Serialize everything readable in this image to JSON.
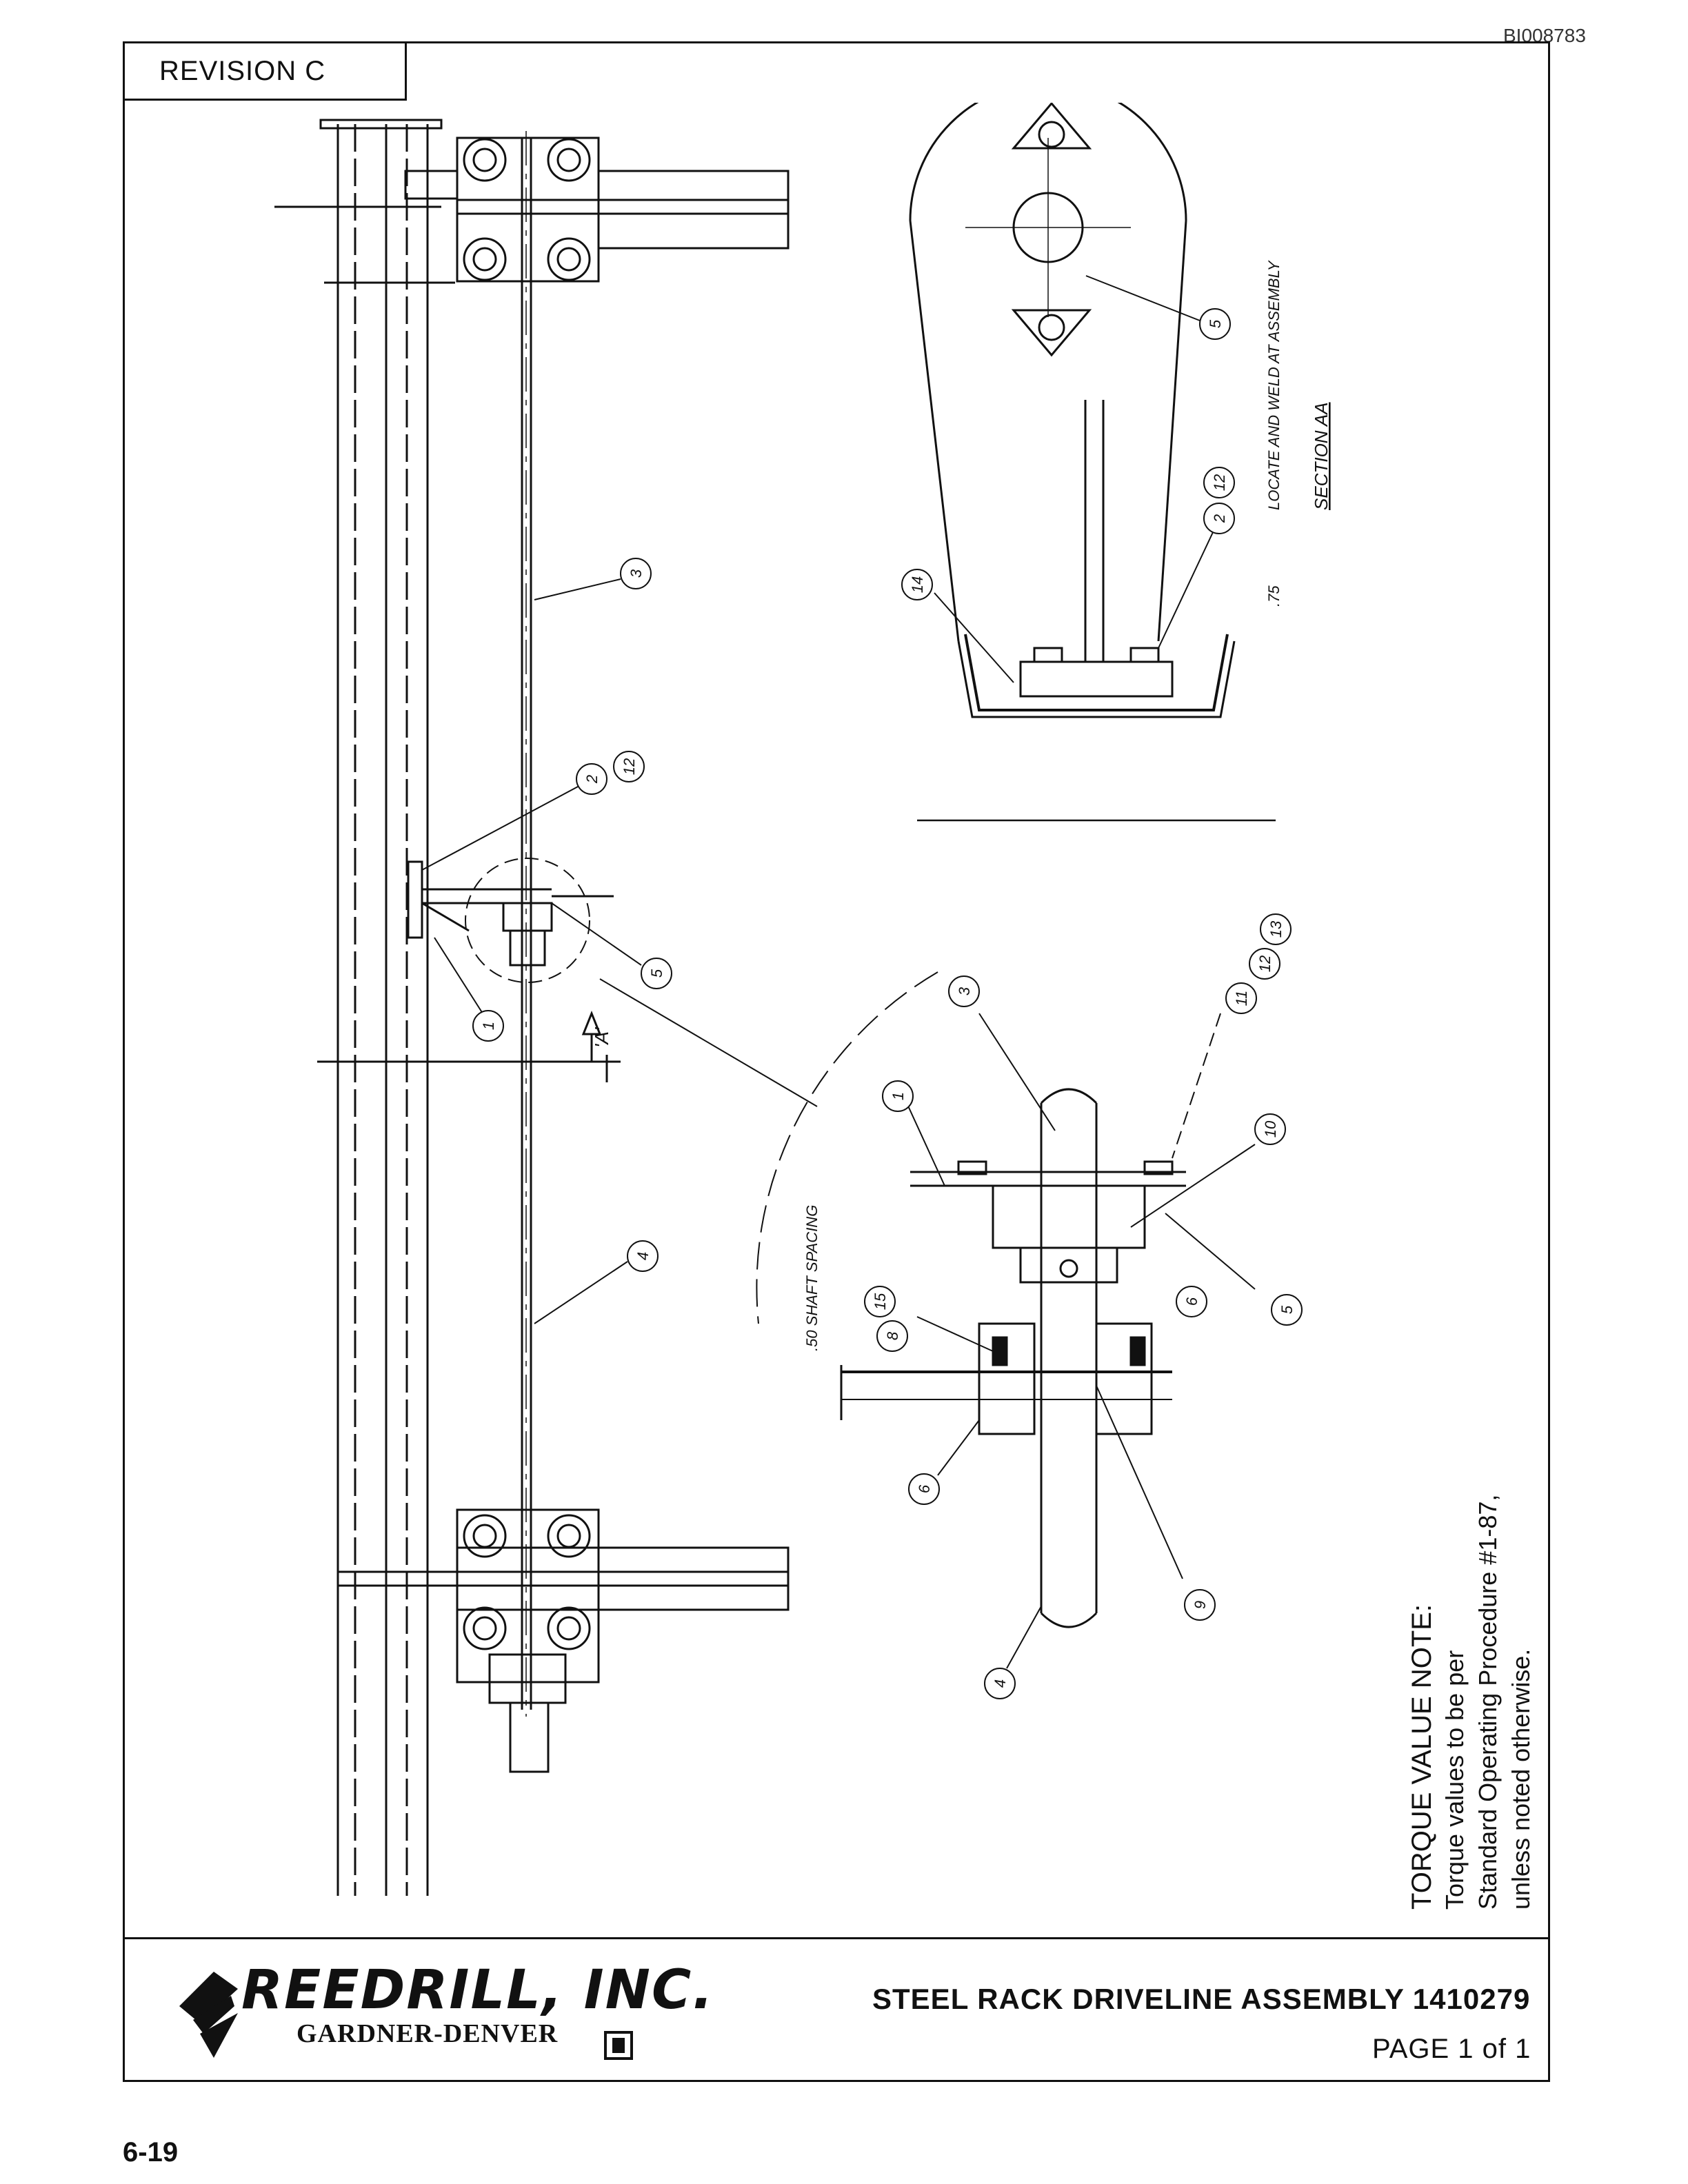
{
  "doc_id": "BI008783",
  "revision": "REVISION C",
  "drawing": {
    "section_title": "SECTION AA",
    "weld_note": "LOCATE AND WELD AT ASSEMBLY",
    "weld_size": ".75",
    "shaft_spacing": ".50 SHAFT SPACING",
    "view_arrow": "'A'",
    "item_numbers": [
      "1",
      "2",
      "3",
      "4",
      "5",
      "6",
      "8",
      "9",
      "10",
      "11",
      "12",
      "13",
      "14",
      "15"
    ]
  },
  "torque_note": {
    "heading": "TORQUE VALUE NOTE:",
    "line1": "Torque values to be per",
    "line2": "Standard Operating Procedure #1-87,",
    "line3": "unless noted otherwise."
  },
  "title_block": {
    "company": "REEDRILL, INC.",
    "division": "GARDNER-DENVER",
    "title": "STEEL RACK DRIVELINE ASSEMBLY 1410279",
    "page": "PAGE 1 of 1"
  },
  "page_number": "6-19",
  "colors": {
    "ink": "#111111",
    "paper": "#ffffff"
  }
}
